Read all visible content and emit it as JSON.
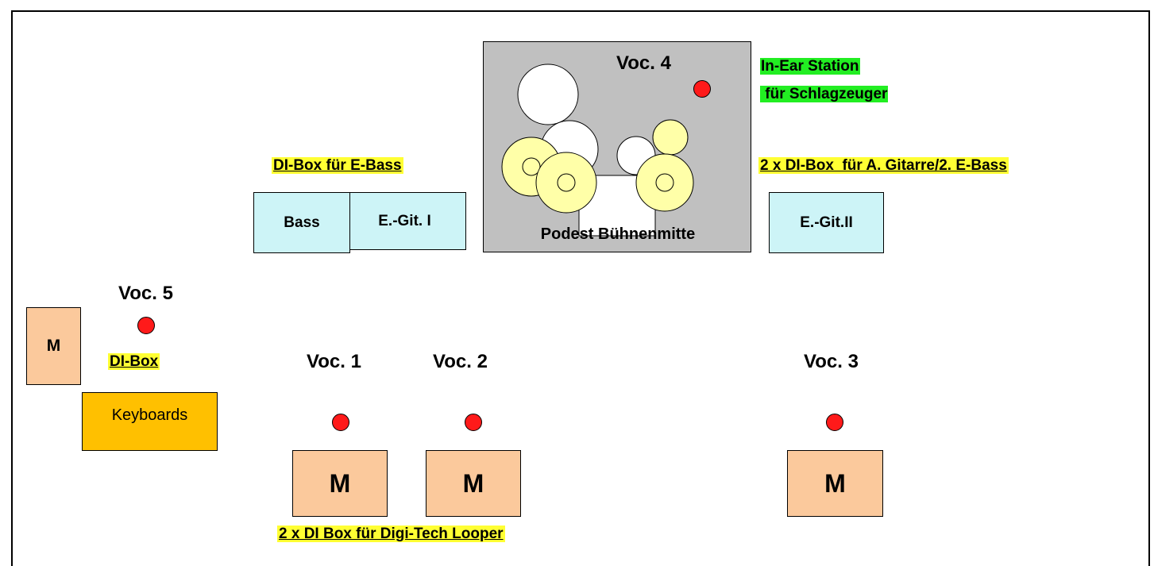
{
  "drum_riser": {
    "label": "Podest Bühnenmitte"
  },
  "amps": {
    "bass": "Bass",
    "egit1": "E.-Git. I",
    "egit2": "E.-Git.II"
  },
  "di_notes": {
    "bass_di": "DI-Box für E-Bass",
    "guitar_di": "2 x DI-Box  für A. Gitarre/2. E-Bass",
    "keys_di": "DI-Box",
    "looper_di": "2 x DI Box für Digi-Tech Looper"
  },
  "in_ear": {
    "line1": "In-Ear Station",
    "line2": " für Schlagzeuger"
  },
  "vocals": {
    "voc1": "Voc. 1",
    "voc2": "Voc. 2",
    "voc3": "Voc. 3",
    "voc4": "Voc. 4",
    "voc5": "Voc. 5"
  },
  "monitors": {
    "label": "M"
  },
  "keyboards": {
    "label": "Keyboards"
  },
  "colors": {
    "riser": "#c0c0c0",
    "amp": "#cdf4f7",
    "monitor": "#fbc99c",
    "keyboard": "#ffc000",
    "cymbal": "#ffffa8",
    "mic": "#ff1a1a",
    "yellow_highlight": "#ffff33",
    "green_highlight": "#22ee22"
  }
}
